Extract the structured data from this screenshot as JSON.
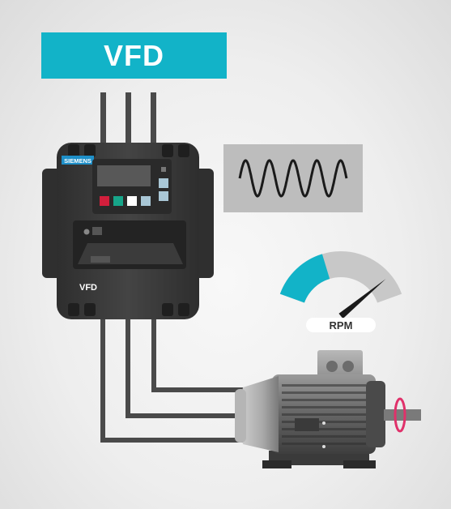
{
  "title": "VFD",
  "drive": {
    "brand": "SIEMENS",
    "label": "VFD",
    "keypad_colors": [
      "#d21f3c",
      "#17a589",
      "#ffffff",
      "#a9c7d6"
    ]
  },
  "waveform_panel": {
    "icon": "sine-wave-icon"
  },
  "gauge": {
    "label": "RPM",
    "level": 0.38,
    "needle_level": 0.86,
    "fill_color": "#12b3c8",
    "track_color": "#c8c8c8"
  },
  "motor": {
    "shaft_marker_color": "#e0316a"
  },
  "colors": {
    "accent": "#12b3c8",
    "drive_body": "#3b3b3b",
    "cable": "#4a4a4a"
  }
}
